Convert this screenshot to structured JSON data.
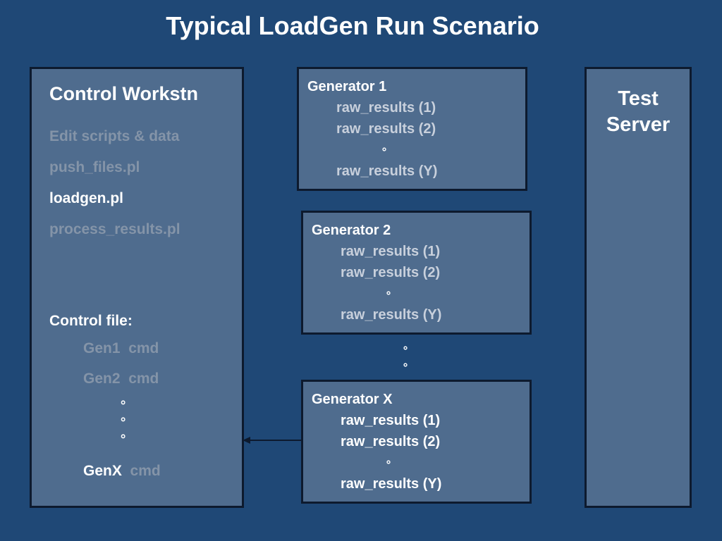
{
  "title": "Typical LoadGen Run Scenario",
  "control": {
    "heading": "Control Workstn",
    "items": [
      "Edit scripts & data",
      "push_files.pl",
      "loadgen.pl",
      "process_results.pl"
    ],
    "control_file_label": "Control file:",
    "gen_lines": [
      {
        "name": "Gen1",
        "cmd": "cmd"
      },
      {
        "name": "Gen2",
        "cmd": "cmd"
      },
      {
        "name": "GenX",
        "cmd": "cmd"
      }
    ],
    "ellipsis": "∘"
  },
  "test_server": {
    "line1": "Test",
    "line2": "Server"
  },
  "generators": [
    {
      "name": "Generator 1",
      "results": [
        "raw_results (1)",
        "raw_results (2)",
        "raw_results (Y)"
      ]
    },
    {
      "name": "Generator 2",
      "results": [
        "raw_results (1)",
        "raw_results (2)",
        "raw_results (Y)"
      ]
    },
    {
      "name": "Generator X",
      "results": [
        "raw_results (1)",
        "raw_results (2)",
        "raw_results (Y)"
      ]
    }
  ],
  "dot": "∘",
  "colors": {
    "background": "#1f4876",
    "box": "#4f6c8e",
    "highlight": "#ffffff",
    "muted": "#8494a8"
  }
}
